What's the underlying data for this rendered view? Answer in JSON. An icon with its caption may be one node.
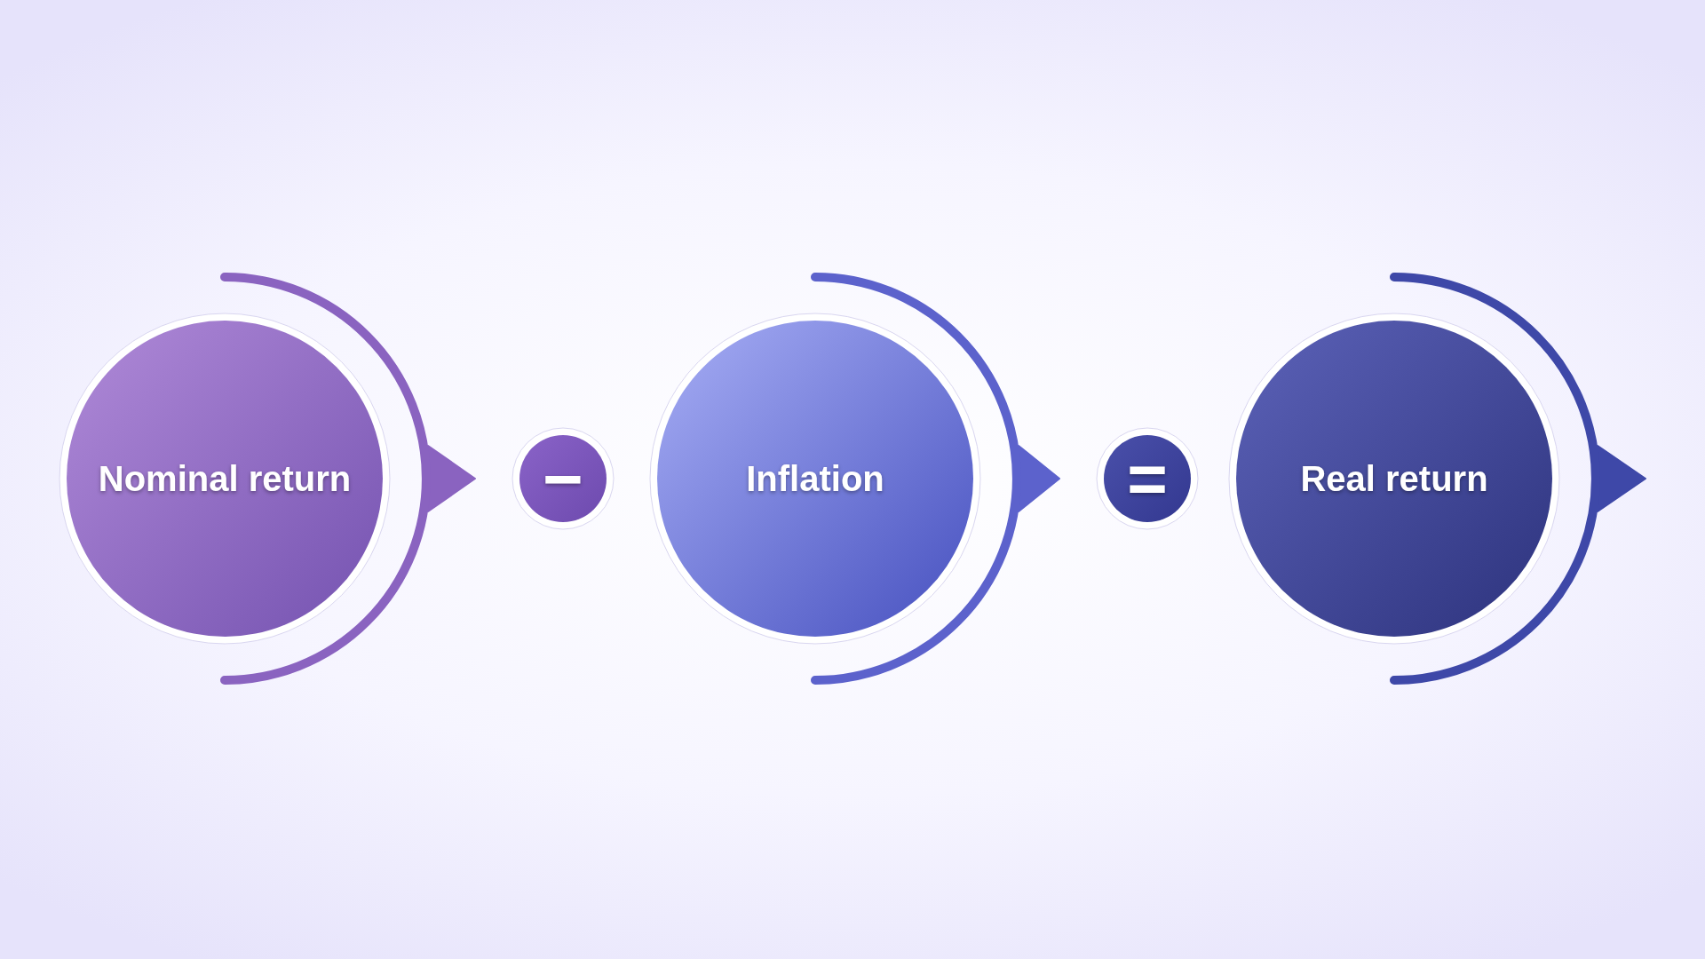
{
  "diagram": {
    "nodes": [
      {
        "text": [
          "Nominal return"
        ]
      },
      {
        "text": [
          "−"
        ]
      },
      {
        "text": [
          "Inflation"
        ]
      },
      {
        "text": [
          "="
        ]
      },
      {
        "text": [
          "Real return"
        ]
      }
    ],
    "edges": [
      {
        "from": 0,
        "to": 1,
        "arrow": "to"
      },
      {
        "from": 2,
        "to": 3,
        "arrow": "to"
      },
      {
        "from": 4,
        "to": null,
        "arrow": "to"
      }
    ]
  }
}
